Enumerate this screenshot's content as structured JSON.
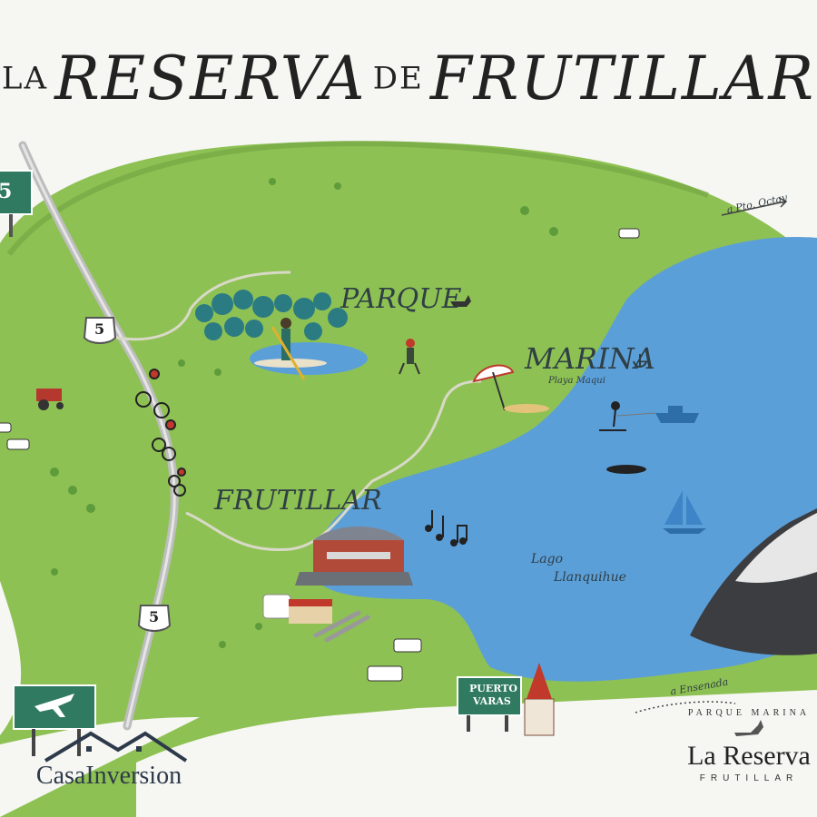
{
  "title": {
    "prefix": "LA",
    "main": "RESERVA",
    "connector": "DE",
    "place": "FRUTILLAR"
  },
  "labels": {
    "parque": "PARQUE",
    "marina": "MARINA",
    "playa": "Playa Maqui",
    "frutillar": "FRUTILLAR",
    "lago_line1": "Lago",
    "lago_line2": "Llanquihue",
    "pto_octay": "a Pto. Octay",
    "ensenada": "a Ensenada"
  },
  "road_signs": {
    "route_shield_top": "5",
    "route_shield_bottom": "5",
    "sign_top_left": "5",
    "puerto_varas_line1": "PUERTO",
    "puerto_varas_line2": "VARAS"
  },
  "branding": {
    "casainversion": "CasaInversion",
    "parque_marina": "PARQUE MARINA",
    "la_reserva": "La Reserva",
    "frutillar_small": "FRUTILLAR"
  },
  "colors": {
    "land": "#8ec153",
    "land_dark": "#6fa341",
    "water": "#5b9fd9",
    "road": "#bdbdbd",
    "sign_green": "#2f7a60",
    "volcano_dark": "#3b3d40",
    "trees": "#2b7b83"
  },
  "icons": [
    "airport-sign-icon",
    "music-notes-icon",
    "sailboat-icon",
    "cow-icon",
    "tractor-icon",
    "cyclist-icon",
    "church-icon",
    "fox-icon",
    "anchor-icon",
    "teatime-icon",
    "paddleboard-icon",
    "waterski-icon",
    "swimmer-icon",
    "umbrella-icon",
    "boat-icon",
    "hiker-icon"
  ]
}
